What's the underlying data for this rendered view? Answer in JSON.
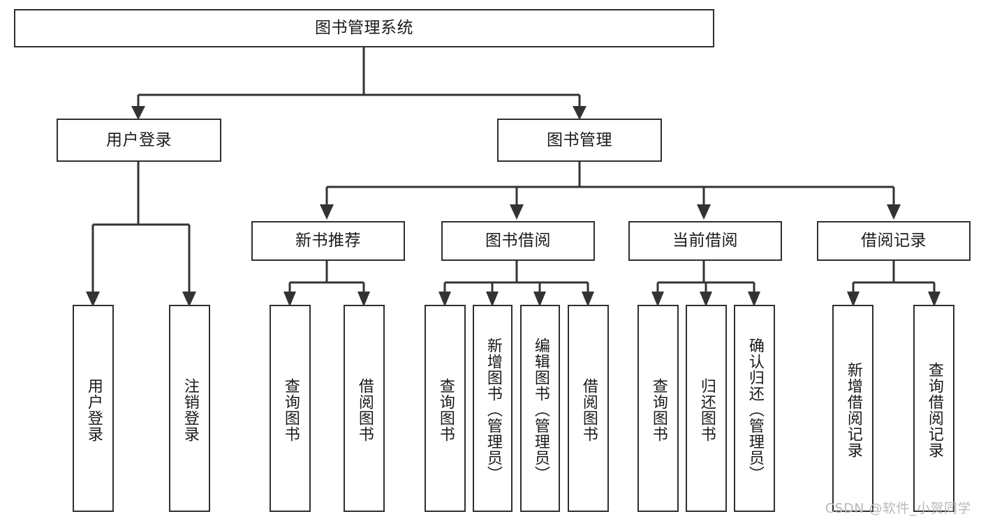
{
  "diagram": {
    "type": "tree",
    "title": "图书管理系统",
    "orientation": "top-down",
    "colors": {
      "box_stroke": "#2f2f2f",
      "box_fill": "#ffffff",
      "connector": "#333333",
      "text": "#1a1a1a",
      "watermark": "#b9b9b9",
      "background": "#ffffff"
    },
    "root": {
      "id": "root",
      "label": "图书管理系统",
      "level": 1
    },
    "level2": [
      {
        "id": "user-login",
        "label": "用户登录",
        "level": 2
      },
      {
        "id": "book-manage",
        "label": "图书管理",
        "level": 2
      }
    ],
    "level3": [
      {
        "id": "new-book-recommend",
        "label": "新书推荐",
        "level": 3,
        "parent": "book-manage"
      },
      {
        "id": "book-borrow",
        "label": "图书借阅",
        "level": 3,
        "parent": "book-manage"
      },
      {
        "id": "current-borrow",
        "label": "当前借阅",
        "level": 3,
        "parent": "book-manage"
      },
      {
        "id": "borrow-record",
        "label": "借阅记录",
        "level": 3,
        "parent": "book-manage"
      }
    ],
    "leaves": [
      {
        "id": "leaf-user-login",
        "label": "用户登录",
        "parent": "user-login"
      },
      {
        "id": "leaf-user-logout",
        "label": "注销登录",
        "parent": "user-login"
      },
      {
        "id": "leaf-query-book-1",
        "label": "查询图书",
        "parent": "new-book-recommend"
      },
      {
        "id": "leaf-borrow-book-1",
        "label": "借阅图书",
        "parent": "new-book-recommend"
      },
      {
        "id": "leaf-query-book-2",
        "label": "查询图书",
        "parent": "book-borrow"
      },
      {
        "id": "leaf-add-book",
        "label": "新增图书（管理员）",
        "parent": "book-borrow"
      },
      {
        "id": "leaf-edit-book",
        "label": "编辑图书（管理员）",
        "parent": "book-borrow"
      },
      {
        "id": "leaf-borrow-book-2",
        "label": "借阅图书",
        "parent": "book-borrow"
      },
      {
        "id": "leaf-query-book-3",
        "label": "查询图书",
        "parent": "current-borrow"
      },
      {
        "id": "leaf-return-book",
        "label": "归还图书",
        "parent": "current-borrow"
      },
      {
        "id": "leaf-confirm-return",
        "label": "确认归还（管理员）",
        "parent": "current-borrow"
      },
      {
        "id": "leaf-add-record",
        "label": "新增借阅记录",
        "parent": "borrow-record"
      },
      {
        "id": "leaf-query-record",
        "label": "查询借阅记录",
        "parent": "borrow-record"
      }
    ],
    "watermark": "CSDN @软件_小贺同学"
  }
}
